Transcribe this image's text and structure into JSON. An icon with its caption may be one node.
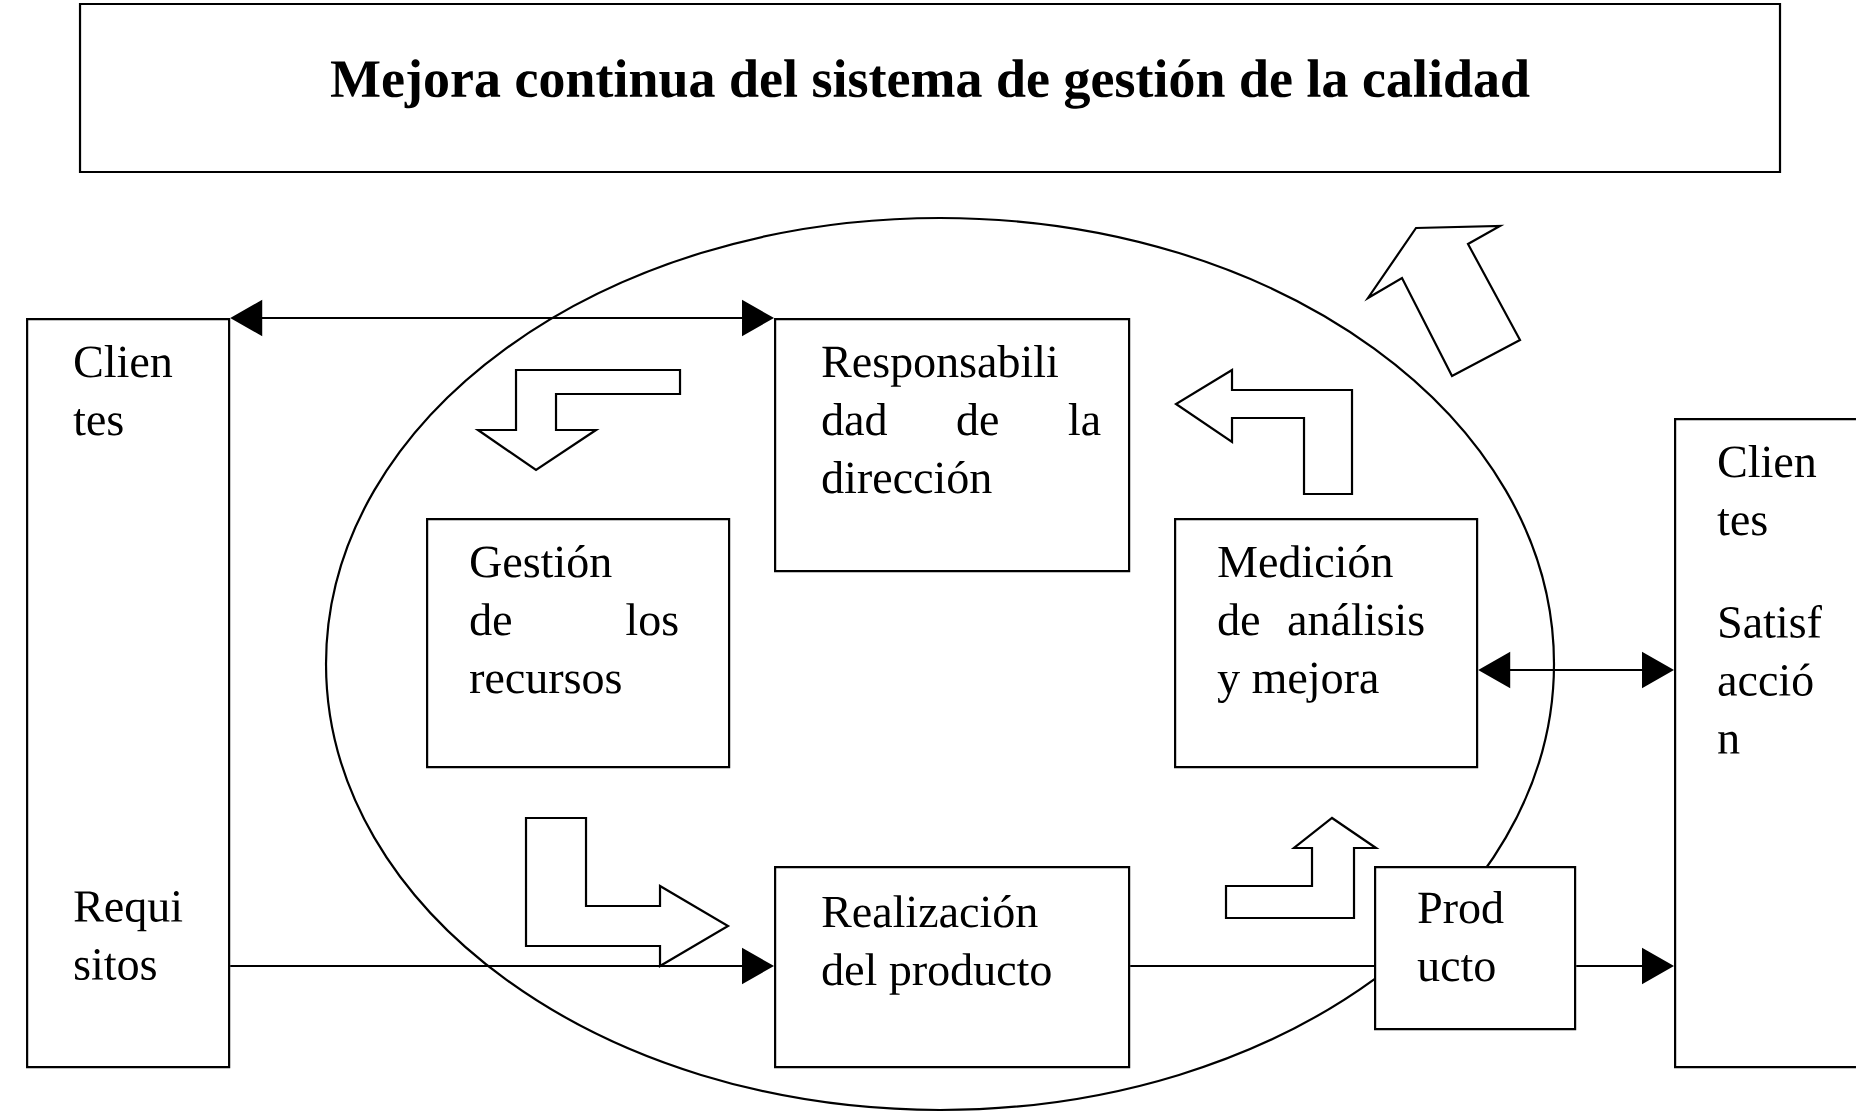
{
  "diagram": {
    "title": "Mejora continua del sistema de gestión de la calidad",
    "nodes": [
      {
        "text": [],
        "shape": "circle"
      },
      {
        "text": [
          "Clien tes",
          "Requi sitos"
        ]
      },
      {
        "text": [
          "Responsabili dad de la dirección"
        ],
        "in": 0
      },
      {
        "text": [
          "Gestión de los recursos"
        ],
        "in": 0
      },
      {
        "text": [
          "Medición de análisis y mejora"
        ],
        "in": 0
      },
      {
        "text": [
          "Realización del producto"
        ],
        "in": 0
      },
      {
        "text": [
          "Prod ucto"
        ]
      },
      {
        "text": [
          "Clien tes",
          "Satisf acció n"
        ]
      }
    ],
    "edges": [
      {
        "from": 1,
        "to": 2,
        "arrow": "both"
      },
      {
        "from": 4,
        "to": 7,
        "arrow": "both"
      },
      {
        "from": 1,
        "to": 5,
        "arrow": "to"
      },
      {
        "from": 5,
        "to": 6,
        "arrow": "none"
      },
      {
        "from": 6,
        "to": 7,
        "arrow": "to"
      },
      {
        "from": 2,
        "to": 3,
        "arrow": "to",
        "style": "thick"
      },
      {
        "from": 3,
        "to": 5,
        "arrow": "to",
        "style": "thick"
      },
      {
        "from": 5,
        "to": 4,
        "arrow": "to",
        "style": "thick"
      },
      {
        "from": 4,
        "to": 2,
        "arrow": "to",
        "style": "thick"
      }
    ]
  }
}
